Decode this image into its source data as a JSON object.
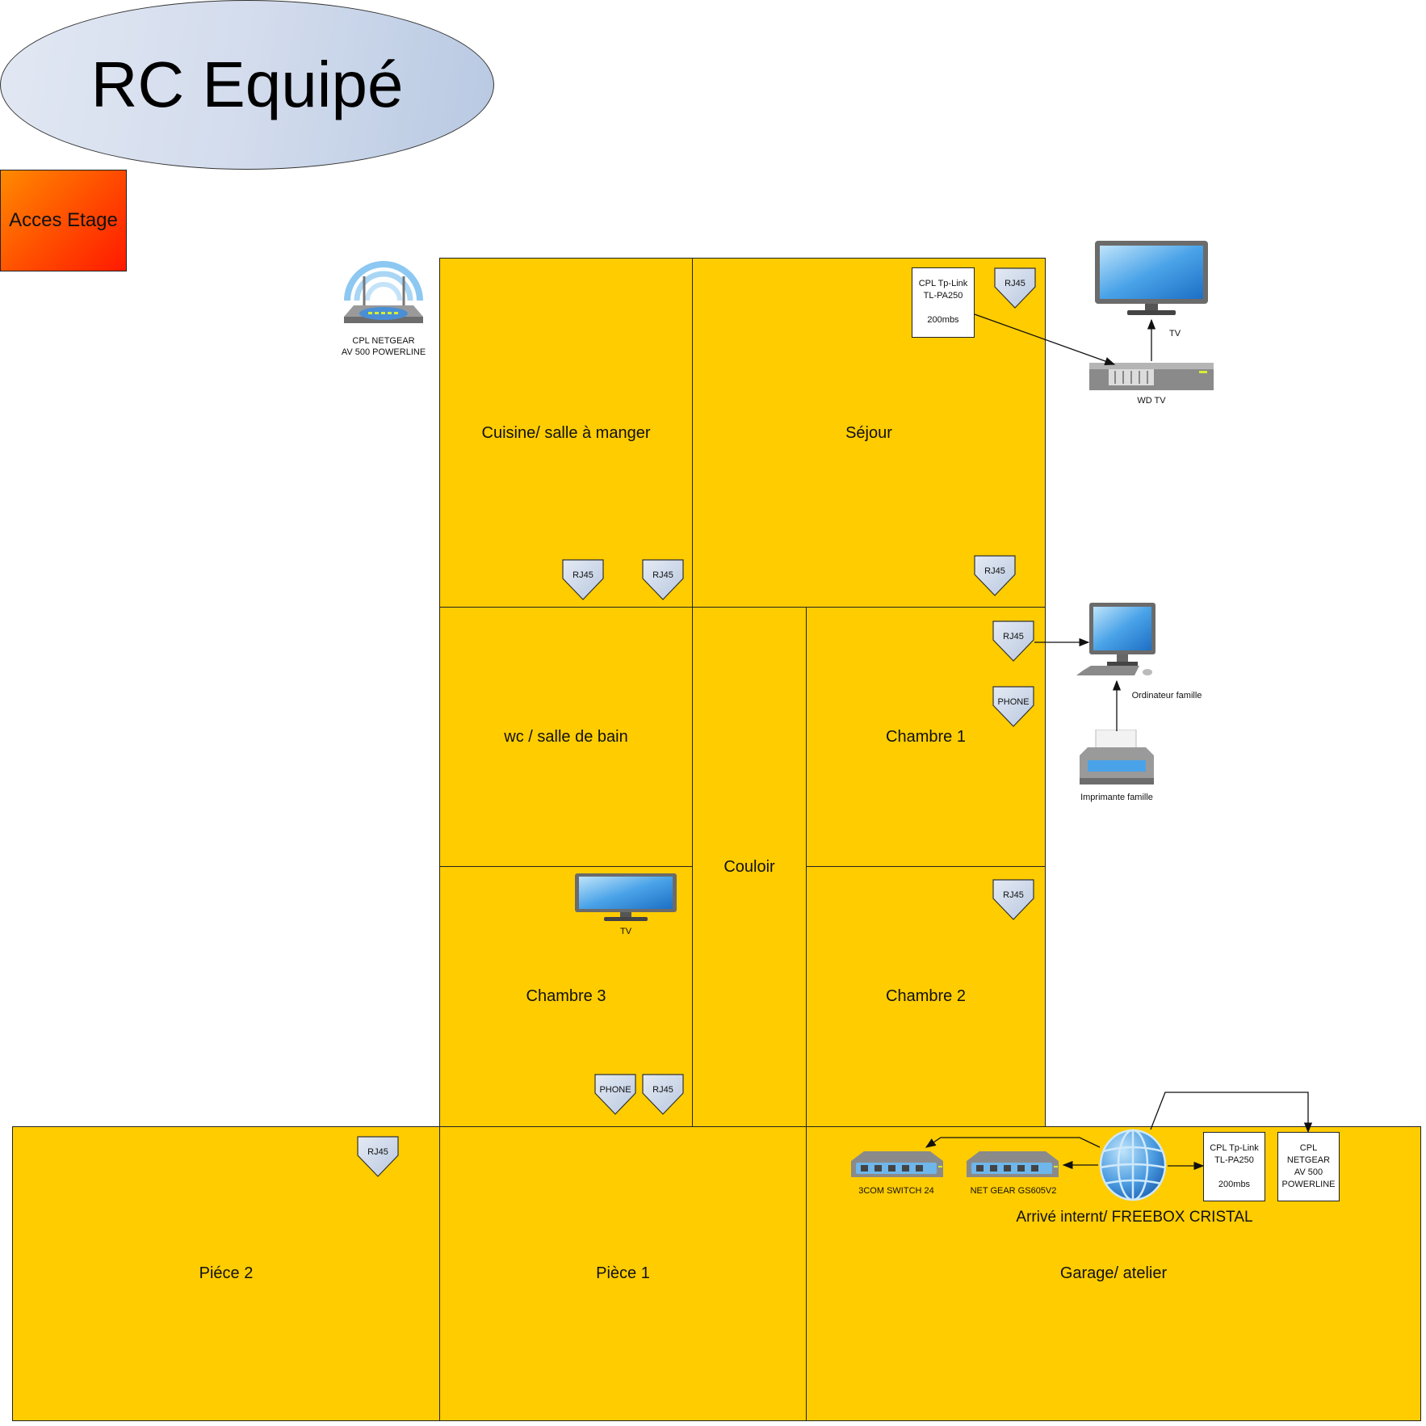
{
  "title": "RC Equipé",
  "colors": {
    "room_fill": "#ffcc00",
    "access_fill": "#ff4a00",
    "port_fill": "#cdd8e8",
    "title_fill": "#d3dced"
  },
  "rooms": [
    {
      "id": "cuisine",
      "label": "Cuisine/ salle à manger"
    },
    {
      "id": "sejour",
      "label": "Séjour"
    },
    {
      "id": "wc",
      "label": "wc / salle de bain"
    },
    {
      "id": "couloir",
      "label": "Couloir"
    },
    {
      "id": "chambre1",
      "label": "Chambre 1"
    },
    {
      "id": "chambre3",
      "label": "Chambre 3"
    },
    {
      "id": "chambre2",
      "label": "Chambre 2"
    },
    {
      "id": "piece2",
      "label": "Piéce 2"
    },
    {
      "id": "piece1",
      "label": "Pièce 1"
    },
    {
      "id": "garage",
      "label": "Garage/ atelier"
    }
  ],
  "access": {
    "label": "Acces Etage"
  },
  "ports": [
    {
      "room": "sejour",
      "label": "RJ45"
    },
    {
      "room": "cuisine",
      "label": "RJ45"
    },
    {
      "room": "cuisine",
      "label": "RJ45"
    },
    {
      "room": "sejour",
      "label": "RJ45"
    },
    {
      "room": "chambre1",
      "label": "RJ45"
    },
    {
      "room": "chambre1",
      "label": "PHONE"
    },
    {
      "room": "chambre2",
      "label": "RJ45"
    },
    {
      "room": "chambre3",
      "label": "PHONE"
    },
    {
      "room": "chambre3",
      "label": "RJ45"
    },
    {
      "room": "piece2",
      "label": "RJ45"
    }
  ],
  "devices": {
    "cpl_netgear_wifi": {
      "line1": "CPL NETGEAR",
      "line2": "AV 500 POWERLINE",
      "icon": "wifi-router-icon"
    },
    "cpl_tplink_sejour": {
      "line1": "CPL Tp-Link",
      "line2": "TL-PA250",
      "line3": "200mbs"
    },
    "tv_sejour": {
      "label": "TV",
      "icon": "monitor-icon"
    },
    "wd_tv": {
      "label": "WD TV",
      "icon": "media-player-icon"
    },
    "ordinateur": {
      "label": "Ordinateur famille",
      "icon": "desktop-computer-icon"
    },
    "imprimante": {
      "label": "Imprimante famille",
      "icon": "printer-icon"
    },
    "tv_chambre3": {
      "label": "TV",
      "icon": "monitor-icon"
    },
    "switch_3com": {
      "label": "3COM SWITCH 24",
      "icon": "network-switch-icon"
    },
    "switch_netgear": {
      "label": "NET GEAR GS605V2",
      "icon": "network-switch-icon"
    },
    "freebox": {
      "label": "Arrivé internt/ FREEBOX CRISTAL",
      "icon": "globe-icon"
    },
    "cpl_tplink_garage": {
      "line1": "CPL Tp-Link",
      "line2": "TL-PA250",
      "line3": "200mbs"
    },
    "cpl_netgear_garage": {
      "line1": "CPL",
      "line2": "NETGEAR",
      "line3": "AV 500",
      "line4": "POWERLINE"
    }
  }
}
